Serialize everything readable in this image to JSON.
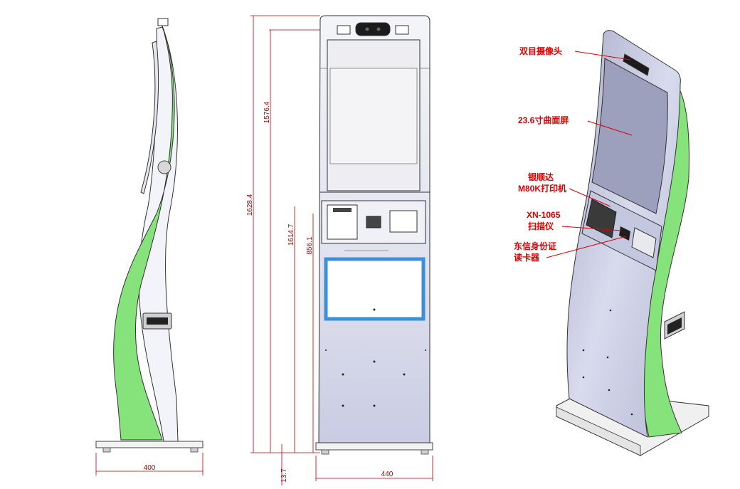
{
  "dimensions": {
    "side_width": "400",
    "total_height": "1628.4",
    "screen_top_height": "1576.4",
    "printer_height": "1614.7",
    "lower_height": "856.1",
    "base_height": "13.7",
    "front_width": "440"
  },
  "callouts": {
    "camera": "双目摄像头",
    "screen": "23.6寸曲面屏",
    "printer_line1": "银顺达",
    "printer_line2": "M80K打印机",
    "scanner_line1": "XN-1065",
    "scanner_line2": "扫描仪",
    "idreader_line1": "东信身份证",
    "idreader_line2": "读卡器"
  },
  "colors": {
    "green": "#86e27a",
    "panel": "#cfd2ea",
    "screen": "#e9e9ee",
    "dim_red": "#b00000",
    "callout_red": "#e00000",
    "blue_frame": "#3d8fd6"
  }
}
